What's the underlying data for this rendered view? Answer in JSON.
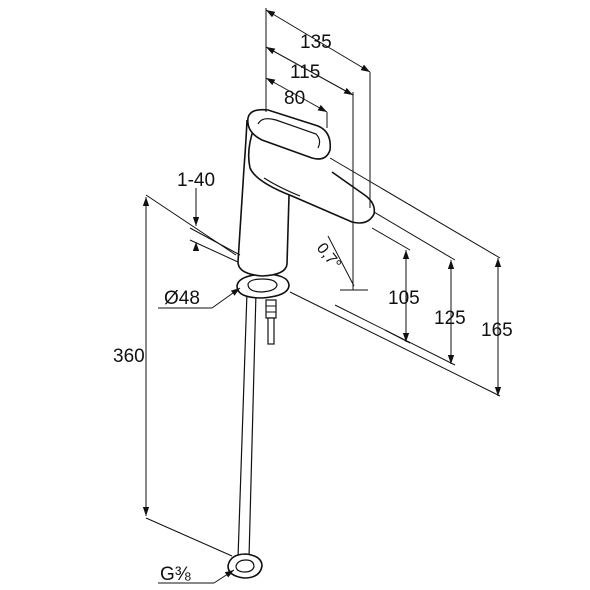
{
  "dimensions": {
    "d135": "135",
    "d115": "115",
    "d80": "80",
    "d1_40": "1-40",
    "angle": "0,7°",
    "d105": "105",
    "d125": "125",
    "d165": "165",
    "d360": "360",
    "diameter": "Ø48",
    "thread": "G⅜"
  }
}
